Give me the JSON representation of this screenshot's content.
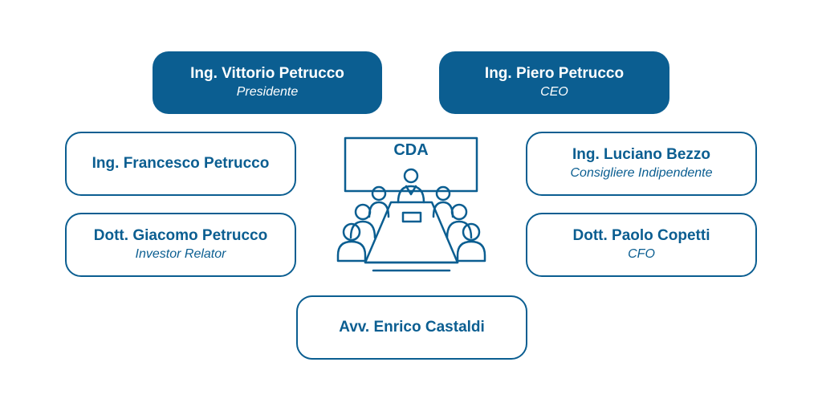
{
  "center": {
    "label": "CDA"
  },
  "colors": {
    "primary": "#0b5e91",
    "text_on_primary": "#ffffff",
    "background": "#ffffff"
  },
  "icon": "boardroom-meeting-icon",
  "members": [
    {
      "id": "vittorio",
      "name": "Ing. Vittorio Petrucco",
      "role": "Presidente",
      "style": "filled"
    },
    {
      "id": "piero",
      "name": "Ing. Piero Petrucco",
      "role": "CEO",
      "style": "filled"
    },
    {
      "id": "francesco",
      "name": "Ing. Francesco Petrucco",
      "role": "",
      "style": "outline"
    },
    {
      "id": "luciano",
      "name": "Ing. Luciano Bezzo",
      "role": "Consigliere Indipendente",
      "style": "outline"
    },
    {
      "id": "giacomo",
      "name": "Dott. Giacomo Petrucco",
      "role": "Investor Relator",
      "style": "outline"
    },
    {
      "id": "paolo",
      "name": "Dott. Paolo Copetti",
      "role": "CFO",
      "style": "outline"
    },
    {
      "id": "enrico",
      "name": "Avv. Enrico Castaldi",
      "role": "",
      "style": "outline"
    }
  ]
}
